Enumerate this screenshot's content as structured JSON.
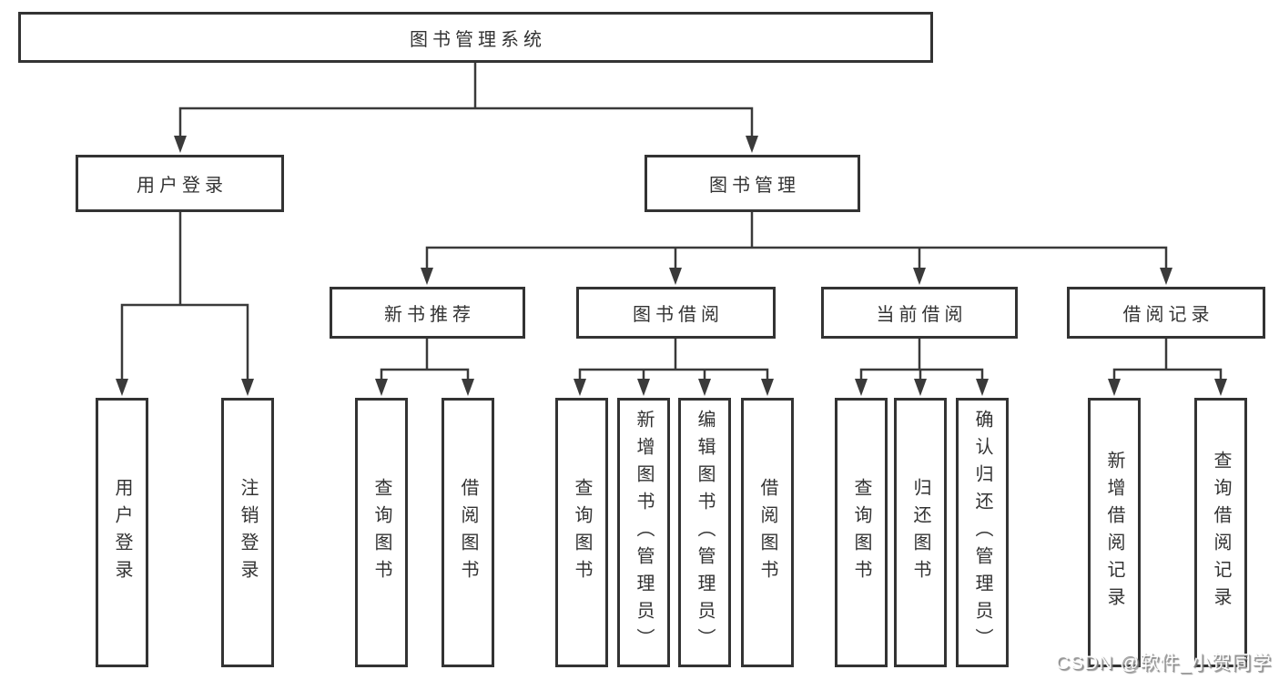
{
  "tree": {
    "root": {
      "label": "图书管理系统"
    },
    "level2": [
      {
        "label": "用户登录",
        "children": [
          {
            "label": "用户登录"
          },
          {
            "label": "注销登录"
          }
        ]
      },
      {
        "label": "图书管理",
        "children": [
          {
            "label": "新书推荐",
            "children": [
              {
                "label": "查询图书"
              },
              {
                "label": "借阅图书"
              }
            ]
          },
          {
            "label": "图书借阅",
            "children": [
              {
                "label": "查询图书"
              },
              {
                "label": "新增图书（管理员）"
              },
              {
                "label": "编辑图书（管理员）"
              },
              {
                "label": "借阅图书"
              }
            ]
          },
          {
            "label": "当前借阅",
            "children": [
              {
                "label": "查询图书"
              },
              {
                "label": "归还图书"
              },
              {
                "label": "确认归还（管理员）"
              }
            ]
          },
          {
            "label": "借阅记录",
            "children": [
              {
                "label": "新增借阅记录"
              },
              {
                "label": "查询借阅记录"
              }
            ]
          }
        ]
      }
    ]
  },
  "watermark": {
    "text": "CSDN @软件_小贺同学"
  },
  "colors": {
    "line": "#3a3a3a",
    "box_border": "#333333",
    "text": "#333333",
    "background": "#ffffff",
    "watermark": "#ffffff"
  }
}
